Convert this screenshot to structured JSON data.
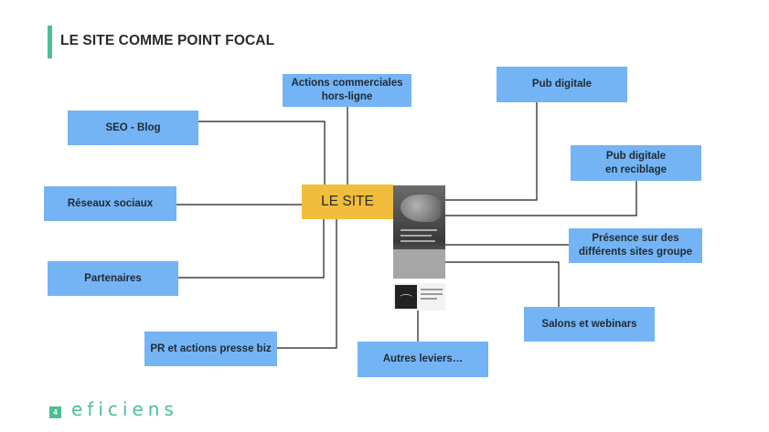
{
  "title": "LE SITE COMME POINT FOCAL",
  "center": "LE SITE",
  "nodes": {
    "seo": "SEO - Blog",
    "actions": "Actions commerciales\nhors-ligne",
    "pub": "Pub digitale",
    "pub_ciblage": "Pub digitale\nen reciblage",
    "reseaux": "Réseaux sociaux",
    "presence": "Présence sur des\ndifférents sites groupe",
    "partenaires": "Partenaires",
    "salons": "Salons et webinars",
    "pr": "PR et actions presse biz",
    "autres": "Autres leviers…"
  },
  "footer": {
    "page_number": "4",
    "brand": "eficiens"
  },
  "colors": {
    "node": "#74b4f4",
    "center": "#f1bd3d",
    "accent": "#4cbf92",
    "line": "#1a1a1a"
  }
}
